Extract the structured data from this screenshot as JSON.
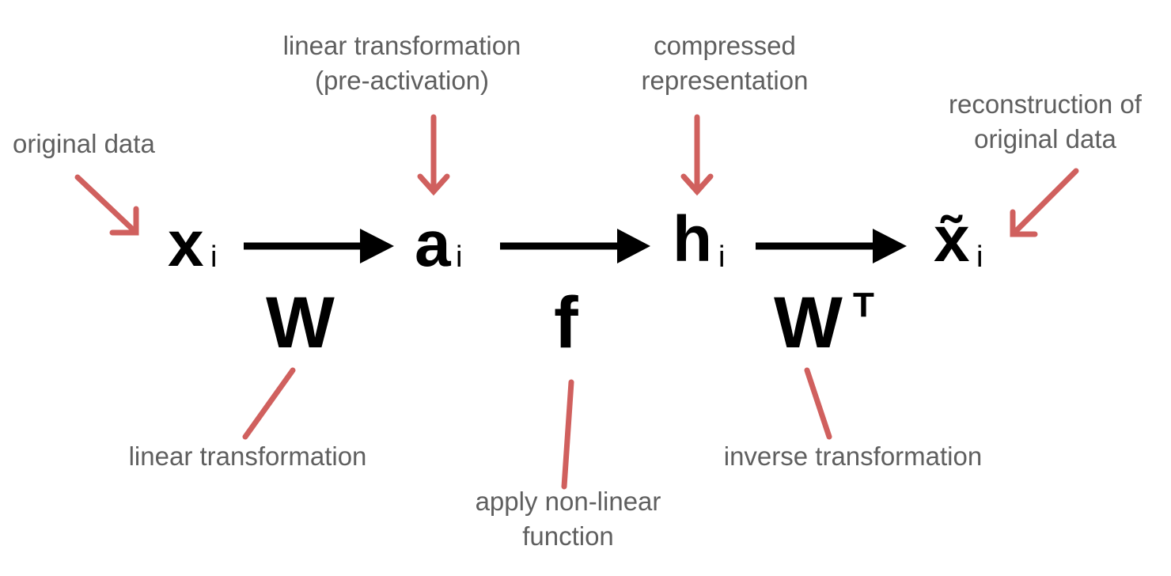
{
  "nodes": {
    "x": {
      "symbol": "x",
      "subscript": "i"
    },
    "a": {
      "symbol": "a",
      "subscript": "i"
    },
    "h": {
      "symbol": "h",
      "subscript": "i"
    },
    "x_hat": {
      "symbol": "x̃",
      "subscript": "i"
    }
  },
  "operators": {
    "w": {
      "symbol": "W"
    },
    "f": {
      "symbol": "f"
    },
    "wt": {
      "symbol": "W",
      "superscript": "T"
    }
  },
  "annotations": {
    "original_data": [
      "original data"
    ],
    "pre_activation": [
      "linear transformation",
      "(pre-activation)"
    ],
    "compressed": [
      "compressed",
      "representation"
    ],
    "reconstruction": [
      "reconstruction of",
      "original data"
    ],
    "linear_transformation": [
      "linear transformation"
    ],
    "nonlinear": [
      "apply non-linear",
      "function"
    ],
    "inverse": [
      "inverse transformation"
    ]
  },
  "colors": {
    "arrow": "#000000",
    "annotation_arrow": "#d0605e",
    "annotation_text": "#5f5f5f"
  }
}
